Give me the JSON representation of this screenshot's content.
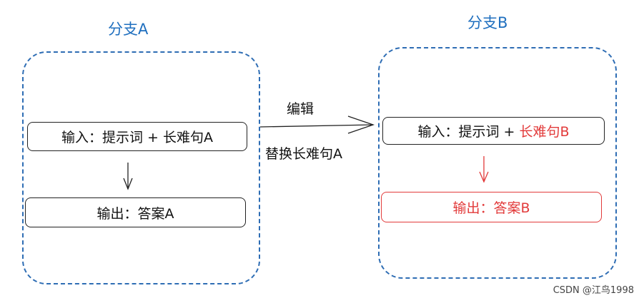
{
  "branch_a": {
    "title": "分支A",
    "input_label": "输入：提示词 + 长难句A",
    "output_label": "输出：答案A"
  },
  "branch_b": {
    "title": "分支B",
    "input_prefix": "输入：提示词 + ",
    "input_highlight": "长难句B",
    "output_label": "输出：答案B"
  },
  "edge": {
    "label_top": "编辑",
    "label_bottom": "替换长难句A"
  },
  "watermark": "CSDN @江鸟1998",
  "colors": {
    "group_border": "#2e6db4",
    "title": "#1f6fbf",
    "highlight": "#e23a3a",
    "default": "#111111"
  }
}
